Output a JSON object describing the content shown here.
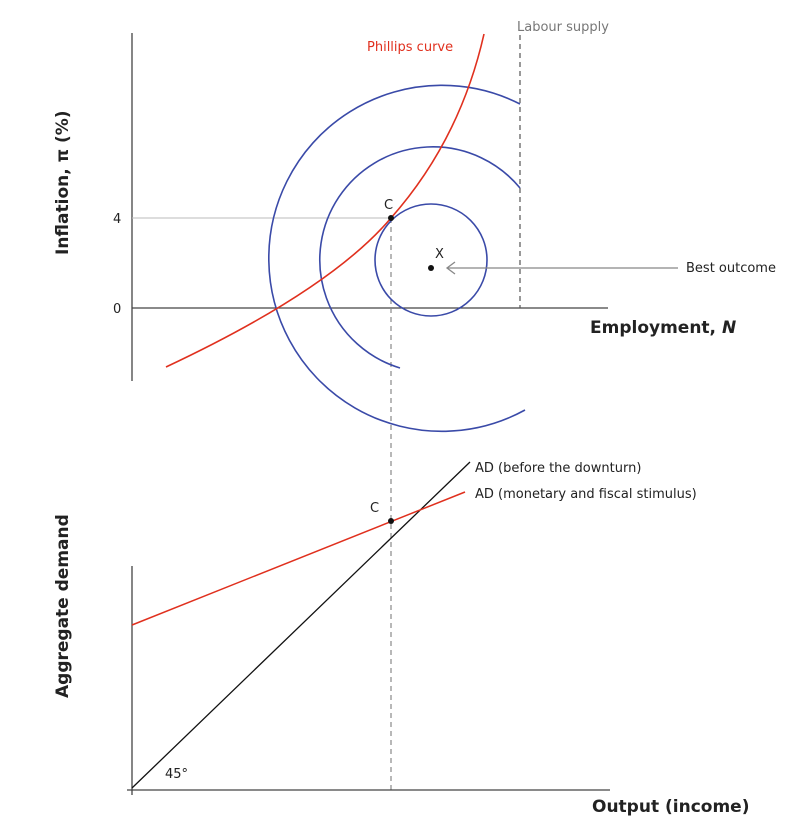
{
  "top_chart": {
    "y_axis_title": "Inflation, π (%)",
    "x_axis_title_prefix": "Employment, ",
    "x_axis_title_var": "N",
    "y_ticks": [
      "4",
      "0"
    ],
    "phillips_label": "Phillips curve",
    "labour_supply_label": "Labour supply",
    "point_c_label": "C",
    "point_x_label": "X",
    "best_outcome_label": "Best outcome"
  },
  "bottom_chart": {
    "y_axis_title": "Aggregate demand",
    "x_axis_title": "Output (income)",
    "ad_before_label": "AD (before the downturn)",
    "ad_stimulus_label": "AD (monetary and fiscal stimulus)",
    "point_c_label": "C",
    "angle_label": "45°"
  },
  "colors": {
    "phillips": "#e0301e",
    "indifference": "#3a4aa8",
    "axis": "#444444",
    "guide": "#999999"
  }
}
